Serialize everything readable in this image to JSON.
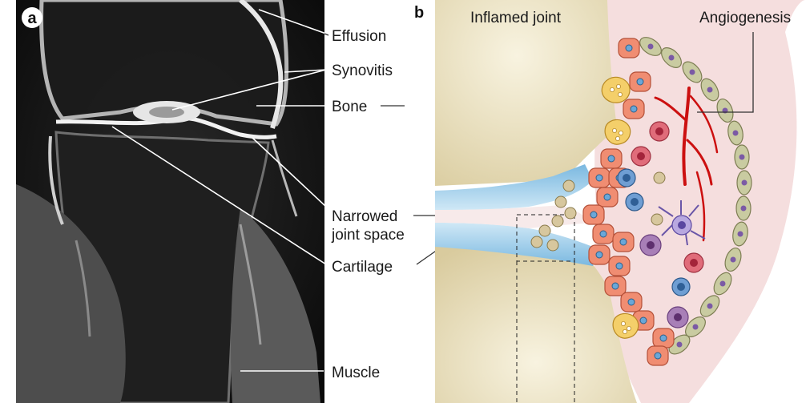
{
  "panel_a": {
    "letter": "a",
    "labels": {
      "effusion": "Effusion",
      "synovitis": "Synovitis",
      "bone": "Bone",
      "narrowed_line1": "Narrowed",
      "narrowed_line2": "joint space",
      "cartilage": "Cartilage",
      "muscle": "Muscle"
    }
  },
  "panel_b": {
    "letter": "b",
    "title": "Inflamed joint",
    "angiogenesis": "Angiogenesis"
  },
  "colors": {
    "mri_background": "#0b0b0b",
    "bone_beige": "#efe6c8",
    "synovium_pink": "#f0d6d6",
    "cartilage_blue": "#a9d3ec",
    "synoviocyte_orange": "#f08d72",
    "vessel_red": "#cc1010",
    "lining_cell_olive": "#c9cba1"
  }
}
